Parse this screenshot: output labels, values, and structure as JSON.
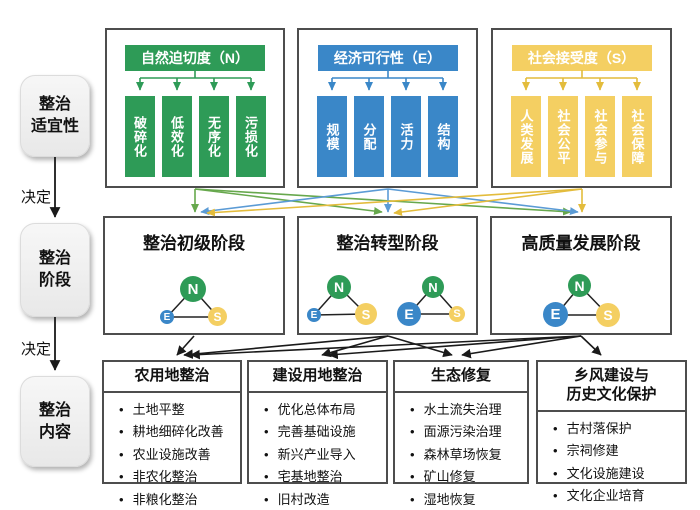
{
  "left_panel": {
    "suitability_label": "整治\n适宜性",
    "stage_label": "整治\n阶段",
    "content_label": "整治\n内容",
    "decide_1": "决定",
    "decide_2": "决定"
  },
  "top_boxes": [
    {
      "title": "自然迫切度（N）",
      "color": "#2e9b57",
      "bars": [
        "破碎化",
        "低效化",
        "无序化",
        "污损化"
      ]
    },
    {
      "title": "经济可行性（E）",
      "color": "#3a87c8",
      "bars": [
        "规模",
        "分配",
        "活力",
        "结构"
      ]
    },
    {
      "title": "社会接受度（S）",
      "color": "#f4cf62",
      "bars": [
        "人类发展",
        "社会公平",
        "社会参与",
        "社会保障"
      ]
    }
  ],
  "middle_boxes": [
    {
      "title": "整治初级阶段"
    },
    {
      "title": "整治转型阶段"
    },
    {
      "title": "高质量发展阶段"
    }
  ],
  "nes": {
    "n": "N",
    "e": "E",
    "s": "S"
  },
  "bottom_boxes": [
    {
      "title": "农用地整治",
      "items": [
        "土地平整",
        "耕地细碎化改善",
        "农业设施改善",
        "非农化整治",
        "非粮化整治"
      ]
    },
    {
      "title": "建设用地整治",
      "items": [
        "优化总体布局",
        "完善基础设施",
        "新兴产业导入",
        "宅基地整治",
        "旧村改造"
      ]
    },
    {
      "title": "生态修复",
      "items": [
        "水土流失治理",
        "面源污染治理",
        "森林草场恢复",
        "矿山修复",
        "湿地恢复"
      ]
    },
    {
      "title": "乡风建设与\n历史文化保护",
      "items": [
        "古村落保护",
        "宗祠修建",
        "文化设施建设",
        "文化企业培育"
      ]
    }
  ],
  "colors": {
    "green": "#2e9b57",
    "blue": "#3a87c8",
    "yellow": "#f4cf62",
    "arrow_green": "#67a84d",
    "arrow_blue": "#5b9bd5",
    "arrow_yellow": "#e3bc3c",
    "arrow_black": "#1a1a1a",
    "box_border": "#4d4d4d"
  }
}
